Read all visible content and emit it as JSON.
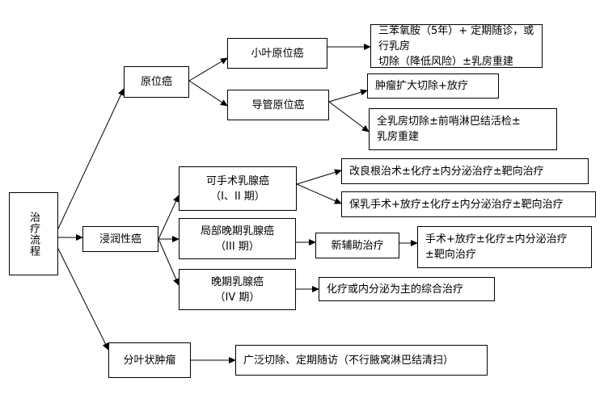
{
  "nodes": {
    "root": "治疗流程",
    "insitu": "原位癌",
    "lobular": "小叶原位癌",
    "lobular_tx": [
      "三苯氧胺（5年）+ 定期随诊，或行乳房",
      "切除（降低风险）±乳房重建"
    ],
    "ductal": "导管原位癌",
    "ductal_tx1": "肿瘤扩大切除+放疗",
    "ductal_tx2": [
      "全乳房切除±前哨淋巴结活检±",
      "乳房重建"
    ],
    "invasive": "浸润性癌",
    "operable": [
      "可手术乳腺癌",
      "（I、II 期）"
    ],
    "operable_tx1": "改良根治术±化疗±内分泌治疗±靶向治疗",
    "operable_tx2": "保乳手术+放疗±化疗±内分泌治疗±靶向治疗",
    "local_adv": [
      "局部晚期乳腺癌",
      "（III 期）"
    ],
    "neoadj": "新辅助治疗",
    "neoadj_tx": [
      "手术+放疗±化疗±内分泌治疗",
      "±靶向治疗"
    ],
    "late": [
      "晚期乳腺癌",
      "（IV 期）"
    ],
    "late_tx": "化疗或内分泌为主的综合治疗",
    "phyllodes": "分叶状肿瘤",
    "phyllodes_tx": "广泛切除、定期随访（不行腋窝淋巴结清扫）"
  }
}
